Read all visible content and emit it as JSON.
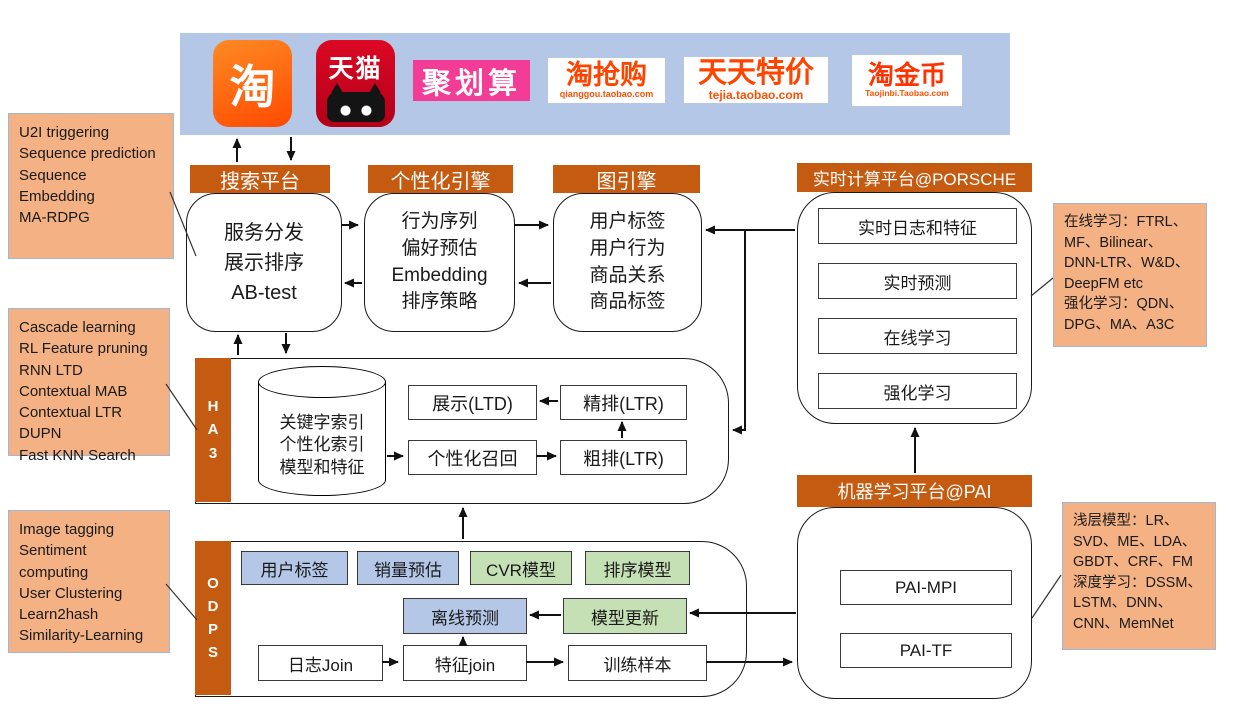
{
  "banner": {
    "taobao_icon": "淘",
    "tmall_icon": "天猫",
    "juhuasuan": "聚划算",
    "taoqianggou_title": "淘抢购",
    "taoqianggou_caption": "qianggou.taobao.com",
    "tejia_title": "天天特价",
    "tejia_caption": "tejia.taobao.com",
    "taojinbi_title": "淘金币",
    "taojinbi_caption": "Taojinbi.Taobao.com"
  },
  "left_notes": {
    "note1": "U2I triggering\nSequence prediction\nSequence\nEmbedding\nMA-RDPG",
    "note2": "Cascade learning\nRL Feature pruning\nRNN LTD\nContextual MAB\nContextual LTR\nDUPN\nFast KNN Search",
    "note3": "Image tagging\nSentiment\ncomputing\nUser Clustering\nLearn2hash\nSimilarity-Learning"
  },
  "right_notes": {
    "note1": "在线学习：FTRL、MF、Bilinear、DNN-LTR、W&D、DeepFM etc\n强化学习：QDN、DPG、MA、A3C",
    "note2": "浅层模型：LR、SVD、ME、LDA、GBDT、CRF、FM\n深度学习：DSSM、LSTM、DNN、CNN、MemNet"
  },
  "search_platform": {
    "header": "搜索平台",
    "body": "服务分发\n展示排序\nAB-test"
  },
  "personalization_engine": {
    "header": "个性化引擎",
    "body": "行为序列\n偏好预估\nEmbedding\n排序策略"
  },
  "graph_engine": {
    "header": "图引擎",
    "body": "用户标签\n用户行为\n商品关系\n商品标签"
  },
  "porsche": {
    "header": "实时计算平台@PORSCHE",
    "items": [
      "实时日志和特征",
      "实时预测",
      "在线学习",
      "强化学习"
    ]
  },
  "ha3": {
    "label": "H\nA\n3",
    "index_store": "关键字索引\n个性化索引\n模型和特征",
    "display_ltd": "展示(LTD)",
    "fine_rank_ltr": "精排(LTR)",
    "personalized_recall": "个性化召回",
    "coarse_rank_ltr": "粗排(LTR)"
  },
  "odps": {
    "label": "O\nD\nP\nS",
    "user_tag": "用户标签",
    "sales_forecast": "销量预估",
    "cvr_model": "CVR模型",
    "rank_model": "排序模型",
    "offline_predict": "离线预测",
    "model_update": "模型更新",
    "log_join": "日志Join",
    "feature_join": "特征join",
    "train_sample": "训练样本"
  },
  "pai": {
    "header": "机器学习平台@PAI",
    "items": [
      "PAI-MPI",
      "PAI-TF"
    ]
  },
  "colors": {
    "header_orange": "#C55A11",
    "banner_blue": "#B4C7E7",
    "note_peach": "#F4B183",
    "box_blue": "#B4C7E7",
    "box_green": "#C5E0B4",
    "juhuasuan_pink": "#F23C96",
    "taobao_orange": "#FF5000",
    "tmall_red": "#C4001D"
  }
}
